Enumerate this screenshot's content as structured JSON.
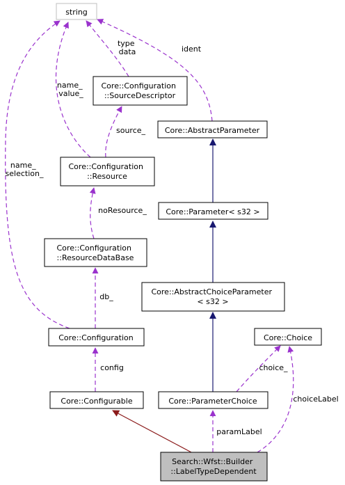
{
  "colors": {
    "node_border": "#000000",
    "string_border": "#bfbfbf",
    "highlight_fill": "#bfbfbf",
    "usage_edge": "#9a32cd",
    "inheritance_edge": "#191970",
    "private_inheritance_edge": "#8b1a1a"
  },
  "nodes": {
    "string": {
      "lines": [
        "string"
      ]
    },
    "source_descriptor": {
      "lines": [
        "Core::Configuration",
        "::SourceDescriptor"
      ]
    },
    "abstract_parameter": {
      "lines": [
        "Core::AbstractParameter"
      ]
    },
    "resource": {
      "lines": [
        "Core::Configuration",
        "::Resource"
      ]
    },
    "parameter_s32": {
      "lines": [
        "Core::Parameter< s32 >"
      ]
    },
    "resource_database": {
      "lines": [
        "Core::Configuration",
        "::ResourceDataBase"
      ]
    },
    "abstract_choice_parameter": {
      "lines": [
        "Core::AbstractChoiceParameter",
        "< s32 >"
      ]
    },
    "configuration": {
      "lines": [
        "Core::Configuration"
      ]
    },
    "choice": {
      "lines": [
        "Core::Choice"
      ]
    },
    "configurable": {
      "lines": [
        "Core::Configurable"
      ]
    },
    "parameter_choice": {
      "lines": [
        "Core::ParameterChoice"
      ]
    },
    "label_type_dependent": {
      "lines": [
        "Search::Wfst::Builder",
        "::LabelTypeDependent"
      ]
    }
  },
  "edge_labels": {
    "type_data": [
      "type",
      "data"
    ],
    "ident": [
      "ident"
    ],
    "name_value": [
      "name_",
      "value_"
    ],
    "source": [
      "source_"
    ],
    "name_selection": [
      "name_",
      "selection_"
    ],
    "no_resource": [
      "noResource_"
    ],
    "db": [
      "db_"
    ],
    "config": [
      "config"
    ],
    "choice": [
      "choice_"
    ],
    "choice_label": [
      "choiceLabel"
    ],
    "param_label": [
      "paramLabel"
    ]
  }
}
